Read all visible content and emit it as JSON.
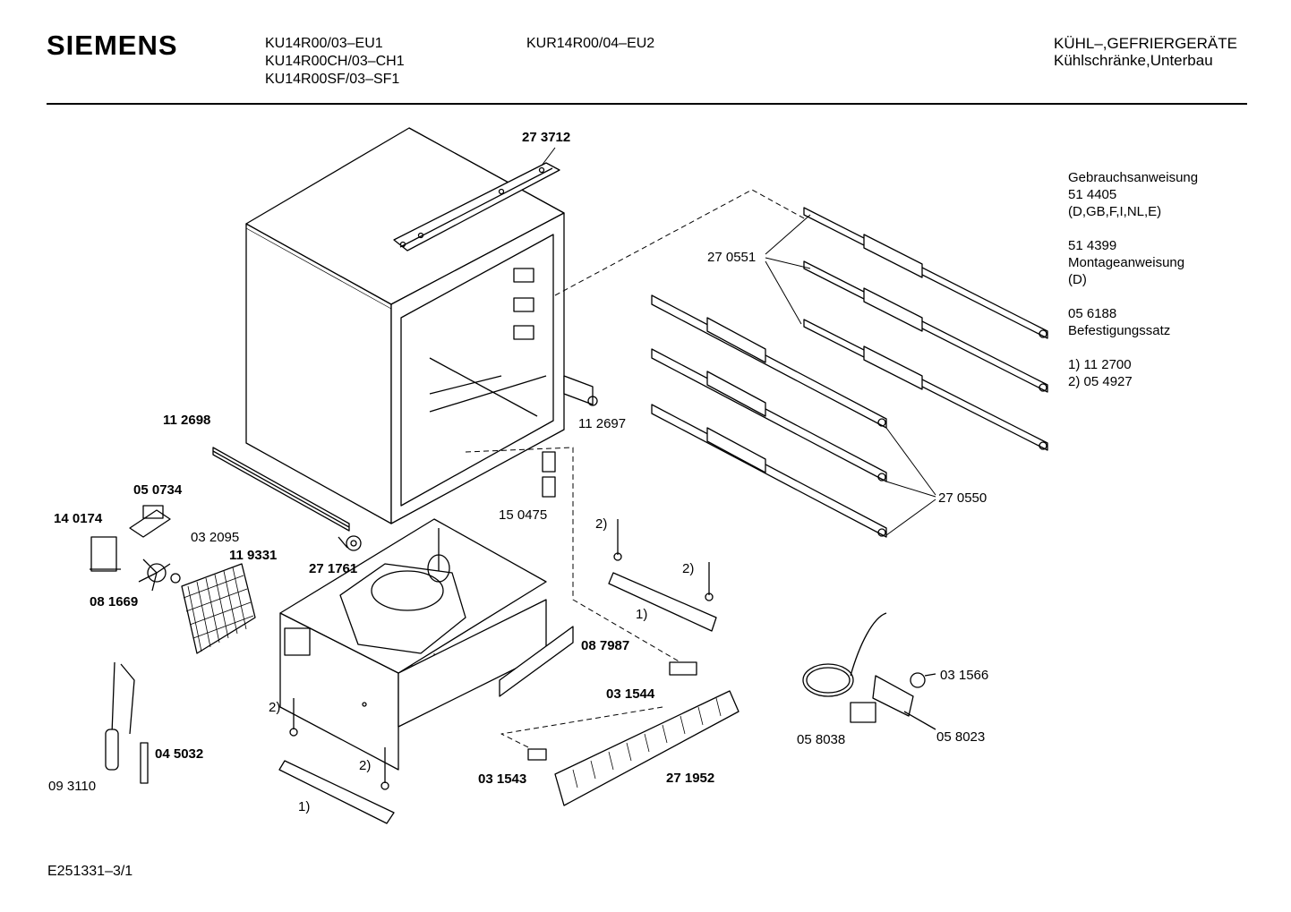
{
  "header": {
    "brand": "SIEMENS",
    "models_col1": [
      "KU14R00/03–EU1",
      "KU14R00CH/03–CH1",
      "KU14R00SF/03–SF1"
    ],
    "models_col2": [
      "KUR14R00/04–EU2"
    ],
    "category": "KÜHL–,GEFRIERGERÄTE",
    "subcategory": "Kühlschränke,Unterbau"
  },
  "info": {
    "lines": [
      "Gebrauchsanweisung",
      "51 4405",
      "(D,GB,F,I,NL,E)",
      "",
      "51 4399",
      "Montageanweisung",
      "(D)",
      "",
      "05 6188",
      "Befestigungssatz",
      "",
      "1)  11 2700",
      "2)  05 4927"
    ]
  },
  "parts": {
    "p273712": "27 3712",
    "p270551": "27 0551",
    "p112697": "11 2697",
    "p112698": "11 2698",
    "p050734": "05 0734",
    "p140174": "14 0174",
    "p032095": "03 2095",
    "p119331": "11 9331",
    "p081669": "08 1669",
    "p271761": "27 1761",
    "p150475": "15 0475",
    "p270550": "27 0550",
    "p087987": "08 7987",
    "p031544": "03 1544",
    "p031566": "03 1566",
    "p058038": "05 8038",
    "p058023": "05 8023",
    "p045032": "04 5032",
    "p093110": "09 3110",
    "p031543": "03 1543",
    "p271952": "27 1952",
    "note2a": "2)",
    "note2b": "2)",
    "note2c": "2)",
    "note2d": "2)",
    "note1a": "1)",
    "note1b": "1)"
  },
  "footer": {
    "code": "E251331–3/1"
  }
}
